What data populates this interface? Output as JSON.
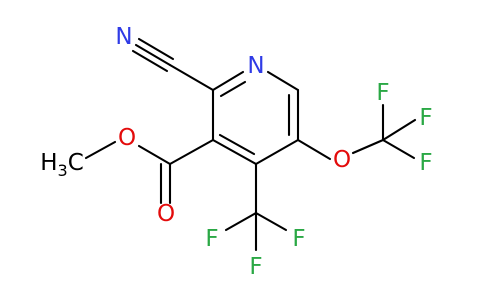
{
  "molecule": {
    "atoms": {
      "n_ring": {
        "element": "N",
        "label": "N"
      },
      "n_nitrile": {
        "element": "N",
        "label": "N"
      },
      "o_carbonyl": {
        "element": "O",
        "label": "O"
      },
      "o_ester": {
        "element": "O",
        "label": "O"
      },
      "o_ether": {
        "element": "O",
        "label": "O"
      },
      "f_cf3_left": {
        "element": "F",
        "label": "F"
      },
      "f_cf3_bottom": {
        "element": "F",
        "label": "F"
      },
      "f_cf3_right": {
        "element": "F",
        "label": "F"
      },
      "f_ocf3_top_left": {
        "element": "F",
        "label": "F"
      },
      "f_ocf3_top_right": {
        "element": "F",
        "label": "F"
      },
      "f_ocf3_right": {
        "element": "F",
        "label": "F"
      },
      "methyl": {
        "element": "C",
        "label": "H",
        "subscript": "3",
        "suffix": "C"
      }
    },
    "colors": {
      "N": "#2f3be6",
      "O": "#e30b0b",
      "F": "#2aa845",
      "C": "#000000"
    }
  }
}
